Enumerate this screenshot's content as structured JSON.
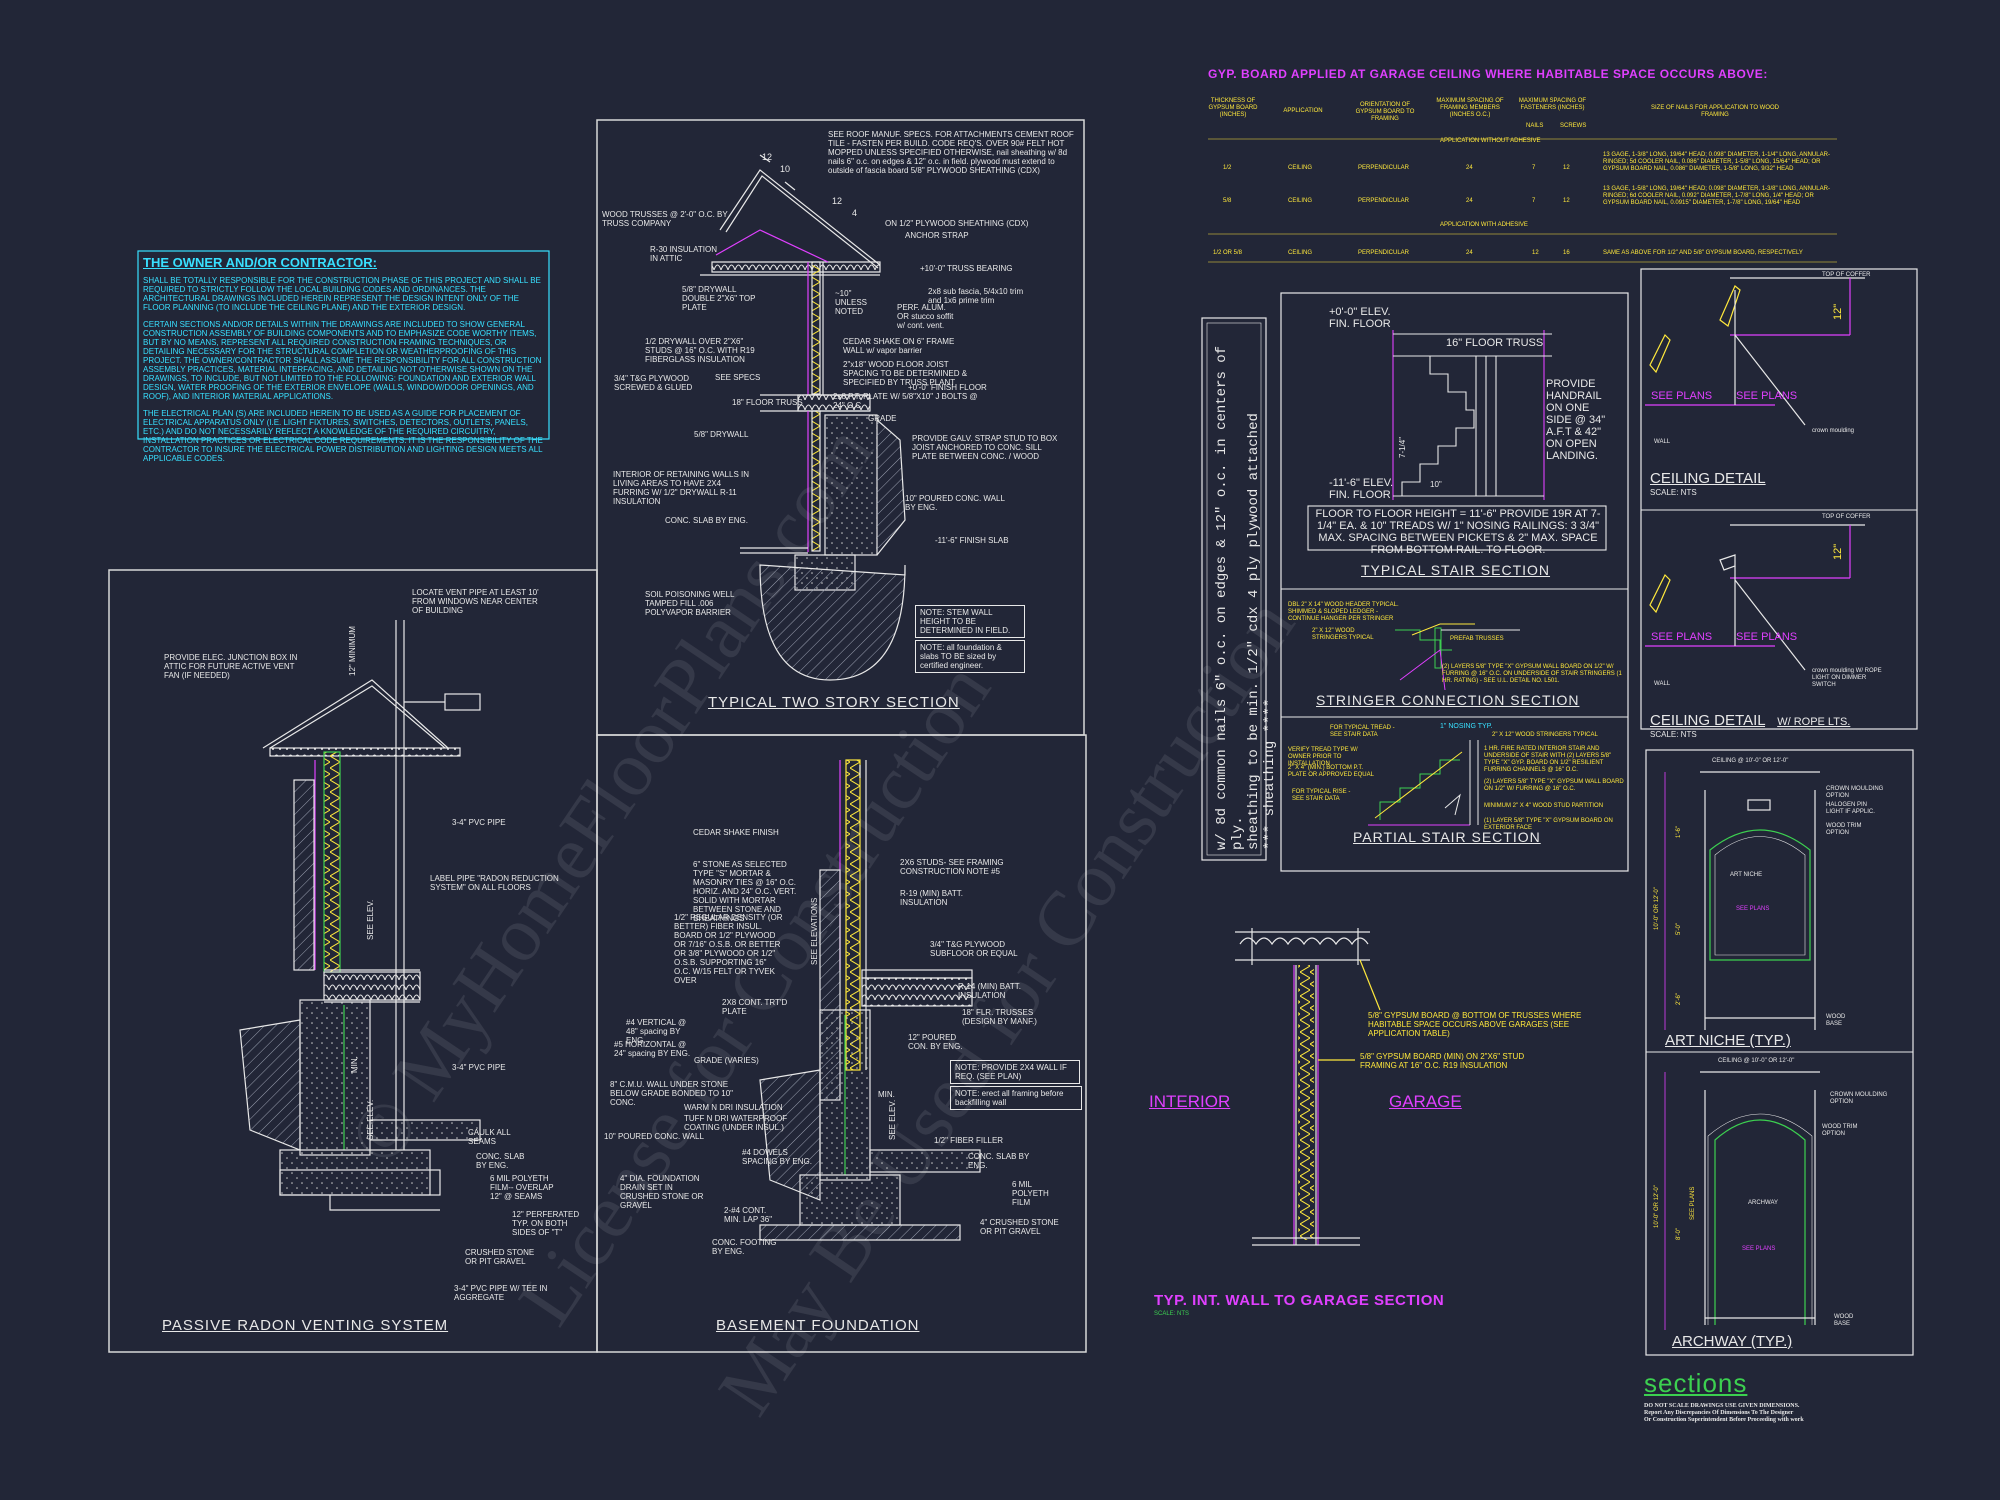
{
  "owner_note": {
    "heading": "THE OWNER AND/OR CONTRACTOR:",
    "para1": "SHALL BE TOTALLY RESPONSIBLE FOR THE CONSTRUCTION PHASE OF THIS PROJECT AND SHALL BE REQUIRED TO STRICTLY FOLLOW THE LOCAL BUILDING CODES AND ORDINANCES. THE ARCHITECTURAL DRAWINGS INCLUDED HEREIN REPRESENT THE DESIGN INTENT ONLY OF THE FLOOR PLANNING (TO INCLUDE THE CEILING PLANE) AND THE EXTERIOR DESIGN.",
    "para2": "CERTAIN SECTIONS AND/OR DETAILS WITHIN THE DRAWINGS ARE INCLUDED TO SHOW GENERAL CONSTRUCTION ASSEMBLY OF BUILDING COMPONENTS AND TO EMPHASIZE CODE WORTHY ITEMS, BUT BY NO MEANS, REPRESENT ALL REQUIRED CONSTRUCTION FRAMING TECHNIQUES, OR DETAILING NECESSARY FOR THE STRUCTURAL COMPLETION OR WEATHERPROOFING OF THIS PROJECT. THE OWNER/CONTRACTOR SHALL ASSUME THE RESPONSIBILITY FOR ALL CONSTRUCTION ASSEMBLY PRACTICES, MATERIAL INTERFACING, AND DETAILING NOT OTHERWISE SHOWN ON THE DRAWINGS, TO INCLUDE, BUT NOT LIMITED TO THE FOLLOWING: FOUNDATION AND EXTERIOR WALL DESIGN, WATER PROOFING OF THE EXTERIOR ENVELOPE (WALLS, WINDOW/DOOR OPENINGS, AND ROOF), AND INTERIOR MATERIAL APPLICATIONS.",
    "para3": "THE ELECTRICAL PLAN (S) ARE INCLUDED HEREIN TO BE USED AS A GUIDE FOR PLACEMENT OF ELECTRICAL APPARATUS ONLY (I.E. LIGHT FIXTURES, SWITCHES, DETECTORS, OUTLETS, PANELS, ETC.) AND DO NOT NECESSARILY REFLECT A KNOWLEDGE OF THE REQUIRED CIRCUITRY, INSTALLATION PRACTICES OR ELECTRICAL CODE REQUIREMENTS. IT IS THE RESPONSIBILITY OF THE CONTRACTOR TO INSURE THE ELECTRICAL POWER DISTRIBUTION AND LIGHTING DESIGN MEETS ALL APPLICABLE CODES."
  },
  "two_story": {
    "title": "TYPICAL TWO STORY SECTION",
    "roof_note": "SEE ROOF MANUF. SPECS. FOR ATTACHMENTS CEMENT ROOF TILE - FASTEN PER BUILD. CODE REQ'S. OVER 90# FELT HOT MOPPED UNLESS SPECIFIED OTHERWISE, nail sheathing w/ 8d nails 6\" o.c. on edges & 12\" o.c. in field. plywood must extend to outside of fascia board 5/8\" PLYWOOD SHEATHING (CDX)",
    "pitch1_a": "12",
    "pitch1_b": "10",
    "pitch2_a": "12",
    "pitch2_b": "4",
    "labels": [
      "WOOD TRUSSES @ 2'-0\" O.C. BY TRUSS COMPANY",
      "ON 1/2\" PLYWOOD SHEATHING (CDX)",
      "ANCHOR STRAP",
      "R-30 INSULATION IN ATTIC",
      "+10'-0\" TRUSS BEARING",
      "5/8\" DRYWALL DOUBLE 2\"X6\" TOP PLATE",
      "2x8 sub fascia, 5/4x10 trim and 1x6 prime trim",
      "PERF. ALUM. OR stucco soffit w/ cont. vent.",
      "CEDAR SHAKE ON 6\" FRAME WALL w/ vapor barrier",
      "1/2 DRYWALL OVER 2\"X6\" STUDS @ 16\" O.C. WITH R19 FIBERGLASS INSULATION",
      "2\"x18\" WOOD FLOOR JOIST SPACING TO BE DETERMINED & SPECIFIED BY TRUSS PLANT",
      "3/4\" T&G PLYWOOD SCREWED & GLUED",
      "SEE SPECS",
      "+0'-0\" FINISH FLOOR",
      "18\" FLOOR TRUSS",
      "2x8 P.T. PLATE W/ 5/8\"X10\" J BOLTS @ 24\" O.C.",
      "GRADE",
      "5/8\" DRYWALL",
      "PROVIDE GALV. STRAP STUD TO BOX JOIST ANCHORED TO CONC. SILL PLATE BETWEEN CONC. / WOOD",
      "INTERIOR OF RETAINING WALLS IN LIVING AREAS TO HAVE 2X4 FURRING W/ 1/2\" DRYWALL R-11 INSULATION",
      "10\" POURED CONC. WALL BY ENG.",
      "CONC. SLAB BY ENG.",
      "-11'-6\" FINISH SLAB",
      "SOIL POISONING WELL TAMPED FILL .006 POLYVAPOR BARRIER",
      "~10\" UNLESS NOTED"
    ],
    "note_stem": "NOTE: STEM WALL HEIGHT TO BE DETERMINED IN FIELD.",
    "note_found": "NOTE: all foundation & slabs TO BE sized by certified engineer."
  },
  "radon": {
    "title": "PASSIVE RADON VENTING SYSTEM",
    "labels": [
      "LOCATE VENT PIPE AT LEAST 10' FROM WINDOWS NEAR CENTER OF BUILDING",
      "12\" MINIMUM",
      "PROVIDE ELEC. JUNCTION BOX IN ATTIC FOR FUTURE ACTIVE VENT FAN (IF NEEDED)",
      "3-4\" PVC PIPE",
      "LABEL PIPE \"RADON REDUCTION SYSTEM\" ON ALL FLOORS",
      "SEE ELEV.",
      "3-4\" PVC PIPE",
      "MIN.",
      "SEE ELEV.",
      "CAULK ALL SEAMS",
      "CONC. SLAB BY ENG.",
      "6 MIL POLYETH FILM-- OVERLAP 12\" @ SEAMS",
      "12\" PERFERATED TYP. ON BOTH SIDES OF \"T\"",
      "CRUSHED STONE OR PIT GRAVEL",
      "3-4\" PVC PIPE W/ TEE IN AGGREGATE"
    ]
  },
  "basement": {
    "title": "BASEMENT FOUNDATION",
    "labels": [
      "CEDAR SHAKE FINISH",
      "6\" STONE AS SELECTED TYPE \"S\" MORTAR & MASONRY TIES @ 16\" O.C. HORIZ. AND 24\" O.C. VERT. SOLID WITH MORTAR BETWEEN STONE AND SHEATHINGS",
      "2X6 STUDS- SEE FRAMING CONSTRUCTION NOTE #5",
      "R-19 (MIN) BATT. INSULATION",
      "1/2\" REGULAR DENSITY (OR BETTER) FIBER INSUL. BOARD OR 1/2\" PLYWOOD OR 7/16\" O.S.B. OR BETTER OR 3/8\" PLYWOOD OR 1/2\" O.S.B. SUPPORTING 16\" O.C. W/15 FELT OR TYVEK OVER",
      "SEE ELEVATIONS",
      "3/4\" T&G PLYWOOD SUBFLOOR OR EQUAL",
      "R-14 (MIN) BATT. INSULATION",
      "2X8 CONT. TRT'D PLATE",
      "18\" FLR. TRUSSES (DESIGN BY MANF.)",
      "#4 VERTICAL @ 48\" spacing BY ENG.",
      "#5 HORIZONTAL @ 24\" spacing BY ENG.",
      "GRADE (VARIES)",
      "12\" POURED CON. BY ENG.",
      "8\" C.M.U. WALL UNDER STONE BELOW GRADE BONDED TO 10\" CONC.",
      "WARM N DRI INSULATION",
      "TUFF N DRI WATERPROOF COATING (UNDER INSUL.)",
      "10\" POURED CONC. WALL",
      "#4 DOWELS SPACING BY ENG.",
      "1/2\" FIBER FILLER",
      "CONC. SLAB BY ENG.",
      "4\" DIA. FOUNDATION DRAIN SET IN CRUSHED STONE OR GRAVEL",
      "2-#4 CONT. MIN. LAP 36\"",
      "6 MIL POLYETH FILM",
      "4\" CRUSHED STONE OR PIT GRAVEL",
      "CONC. FOOTING BY ENG.",
      "SEE ELEV.",
      "MIN."
    ],
    "note_wall": "NOTE: PROVIDE 2X4 WALL IF REQ. (SEE PLAN)",
    "note_frame": "NOTE: erect all framing before backfilling wall"
  },
  "gyp_table": {
    "title": "GYP. BOARD APPLIED AT GARAGE CEILING WHERE HABITABLE SPACE OCCURS ABOVE:",
    "headers": [
      "THICKNESS OF GYPSUM BOARD (INCHES)",
      "APPLICATION",
      "ORIENTATION OF GYPSUM BOARD TO FRAMING",
      "MAXIMUM SPACING OF FRAMING MEMBERS (INCHES O.C.)",
      "MAXIMUM SPACING OF FASTENERS (INCHES)",
      "SIZE OF NAILS FOR APPLICATION TO WOOD FRAMING"
    ],
    "sub_nails": "NAILS",
    "sub_screws": "SCREWS",
    "section_a": "APPLICATION WITHOUT ADHESIVE",
    "section_b": "APPLICATION WITH ADHESIVE",
    "rows": [
      [
        "1/2",
        "CEILING",
        "PERPENDICULAR",
        "24",
        "7",
        "12",
        "13 GAGE, 1-3/8\" LONG, 19/64\" HEAD; 0.098\" DIAMETER, 1-1/4\" LONG, ANNULAR-RINGED; 5d COOLER NAIL, 0.086\" DIAMETER, 1-5/8\" LONG, 15/64\" HEAD; OR GYPSUM BOARD NAIL, 0.086\" DIAMETER, 1-5/8\" LONG, 9/32\" HEAD"
      ],
      [
        "5/8",
        "CEILING",
        "PERPENDICULAR",
        "24",
        "7",
        "12",
        "13 GAGE, 1-5/8\" LONG, 19/64\" HEAD; 0.098\" DIAMETER, 1-3/8\" LONG, ANNULAR-RINGED; 6d COOLER NAIL, 0.092\" DIAMETER, 1-7/8\" LONG, 1/4\" HEAD; OR GYPSUM BOARD NAIL, 0.0915\" DIAMETER, 1-7/8\" LONG, 19/64\" HEAD"
      ],
      [
        "1/2 OR 5/8",
        "CEILING",
        "PERPENDICULAR",
        "24",
        "12",
        "16",
        "SAME AS ABOVE FOR 1/2\" AND 5/8\" GYPSUM BOARD, RESPECTIVELY"
      ]
    ]
  },
  "sheathing": {
    "text1": "*** sheathing ****",
    "text2": "sheathing to be min. 1/2\" cdx 4 ply plywood attached",
    "text3": "w/ 8d common nails 6\" o.c. on edges & 12\" o.c. in centers of ply."
  },
  "stair": {
    "title": "TYPICAL STAIR SECTION",
    "top_elev": "+0'-0\" ELEV. FIN. FLOOR",
    "truss": "16\" FLOOR TRUSS",
    "handrail": "PROVIDE HANDRAIL ON ONE SIDE @ 34\" A.F.T & 42\" ON OPEN LANDING.",
    "bot_elev": "-11'-6\" ELEV. FIN. FLOOR",
    "dim_a": "7-1/4\"",
    "dim_b": "10\"",
    "note": "FLOOR TO FLOOR HEIGHT = 11'-6\" PROVIDE 19R AT 7-1/4\" EA. & 10\" TREADS W/ 1\" NOSING RAILINGS: 3 3/4\" MAX. SPACING BETWEEN PICKETS & 2\" MAX. SPACE FROM BOTTOM RAIL. TO FLOOR."
  },
  "stringer": {
    "title": "STRINGER CONNECTION SECTION",
    "labels": [
      "DBL 2\" X 14\" WOOD HEADER TYPICAL. SHIMMED & SLOPED LEDGER - CONTINUE HANGER PER STRINGER",
      "2\" X 12\" WOOD STRINGERS TYPICAL",
      "PREFAB TRUSSES",
      "(2) LAYERS 5/8\" TYPE \"X\" GYPSUM WALL BOARD ON 1/2\" W/ FURRING @ 16\" O.C. ON UNDERSIDE OF STAIR STRINGERS (1 HR. RATING) - SEE U.L. DETAIL NO. L501."
    ]
  },
  "partial_stair": {
    "title": "PARTIAL STAIR SECTION",
    "labels": [
      "FOR TYPICAL TREAD - SEE STAIR DATA",
      "1\" NOSING TYP.",
      "2\" X 12\" WOOD STRINGERS TYPICAL",
      "VERIFY TREAD TYPE W/ OWNER PRIOR TO INSTALLATION",
      "2\" X 4\" (MIN.) BOTTOM P.T. PLATE OR APPROVED EQUAL",
      "FOR TYPICAL RISE - SEE STAIR DATA",
      "1 HR. FIRE RATED INTERIOR STAIR AND UNDERSIDE OF STAIR WITH (2) LAYERS 5/8\" TYPE \"X\" GYP. BOARD ON 1/2\" RESILIENT FURRING CHANNELS @ 16\" O.C.",
      "(2) LAYERS 5/8\" TYPE \"X\" GYPSUM WALL BOARD ON 1/2\" W/ FURRING @ 16\" O.C.",
      "MINIMUM 2\" X 4\" WOOD STUD PARTITION",
      "(1) LAYER 5/8\" TYPE \"X\" GYPSUM BOARD ON EXTERIOR FACE"
    ]
  },
  "ceiling1": {
    "title": "CEILING DETAIL",
    "scale": "SCALE: NTS",
    "top": "TOP OF COFFER",
    "dim": "12\"",
    "see_plans_1": "SEE PLANS",
    "see_plans_2": "SEE PLANS",
    "wall": "WALL",
    "crown": "crown moulding"
  },
  "ceiling2": {
    "title": "CEILING DETAIL",
    "suffix": "W/ ROPE LTS.",
    "scale": "SCALE: NTS",
    "top": "TOP OF COFFER",
    "dim": "12\"",
    "see_plans_1": "SEE PLANS",
    "see_plans_2": "SEE PLANS",
    "wall": "WALL",
    "crown": "crown moulding W/ ROPE LIGHT ON DIMMER SWITCH"
  },
  "art_niche": {
    "title": "ART NICHE (TYP.)",
    "ceiling": "CEILING @ 10'-0\" OR 12'-0\"",
    "labels": [
      "CROWN MOULDING OPTION",
      "HALOGEN PIN LIGHT IF APPLIC.",
      "WOOD TRIM OPTION",
      "ART NICHE",
      "SEE PLANS",
      "WOOD BASE"
    ],
    "dims": [
      "10'-0\" OR 12'-0\"",
      "1'-6\"",
      "5'-0\"",
      "2'-6\""
    ]
  },
  "archway": {
    "title": "ARCHWAY (TYP.)",
    "ceiling": "CEILING @ 10'-0\" OR 12'-0\"",
    "labels": [
      "CROWN MOULDING OPTION",
      "WOOD TRIM OPTION",
      "ARCHWAY",
      "SEE PLANS",
      "WOOD BASE"
    ],
    "dims": [
      "10'-0\" OR 12'-0\"",
      "8'-0\"",
      "SEE PLANS"
    ]
  },
  "garage_wall": {
    "title": "TYP. INT. WALL TO GARAGE SECTION",
    "scale": "SCALE: NTS",
    "interior": "INTERIOR",
    "garage": "GARAGE",
    "note1": "5/8\" GYPSUM BOARD @ BOTTOM OF TRUSSES WHERE HABITABLE SPACE OCCURS ABOVE GARAGES (SEE APPLICATION TABLE)",
    "note2": "5/8\" GYPSUM BOARD (MIN) ON 2\"X6\" STUD FRAMING AT 16\" O.C. R19 INSULATION"
  },
  "sections": {
    "title": "sections",
    "note1": "DO NOT SCALE DRAWINGS USE GIVEN DIMENSIONS.",
    "note2": "Report Any Discrepancies Of Dimensions To The Designer",
    "note3": "Or Construction Superintendent Before Proceeding with work"
  },
  "watermark": {
    "line1": "© MyHomeFloorPlans.com",
    "line2": "License for Construction",
    "line3": "May Be Used for Construction"
  },
  "colors": {
    "background": "#222637",
    "cyan": "#38e0ff",
    "magenta": "#e040ff",
    "yellow": "#ffe83c",
    "green": "#3cd050",
    "line": "#e8e8e8"
  }
}
